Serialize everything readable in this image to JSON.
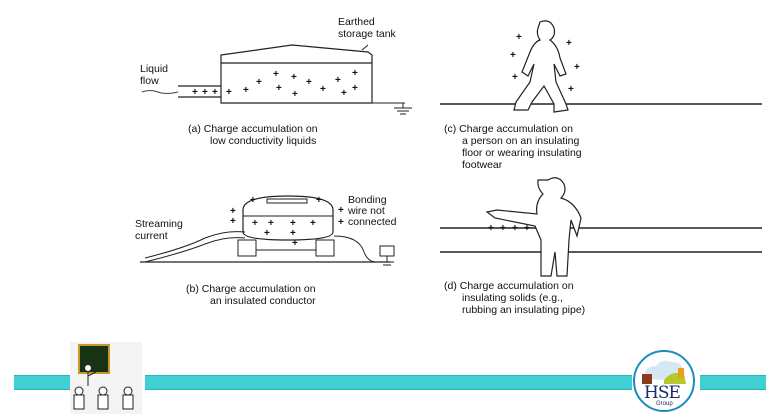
{
  "figure": {
    "panel_a": {
      "label_top": [
        "Earthed",
        "storage tank"
      ],
      "label_left": [
        "Liquid",
        "flow"
      ],
      "caption": [
        "(a) Charge accumulation on",
        "low conductivity liquids"
      ]
    },
    "panel_b": {
      "label_left": [
        "Streaming",
        "current"
      ],
      "label_right": [
        "Bonding",
        "wire not",
        "connected"
      ],
      "caption": [
        "(b) Charge accumulation on",
        "an insulated conductor"
      ]
    },
    "panel_c": {
      "caption": [
        "(c) Charge accumulation on",
        "a person on an insulating",
        "floor or wearing insulating",
        "footwear"
      ]
    },
    "panel_d": {
      "caption": [
        "(d) Charge accumulation on",
        "insulating solids (e.g.,",
        "rubbing an insulating pipe)"
      ]
    },
    "plus_sign": "+"
  },
  "footer": {
    "logo_text": "HSE",
    "logo_subtext": "Group",
    "bar_color": "#40cfd2"
  }
}
